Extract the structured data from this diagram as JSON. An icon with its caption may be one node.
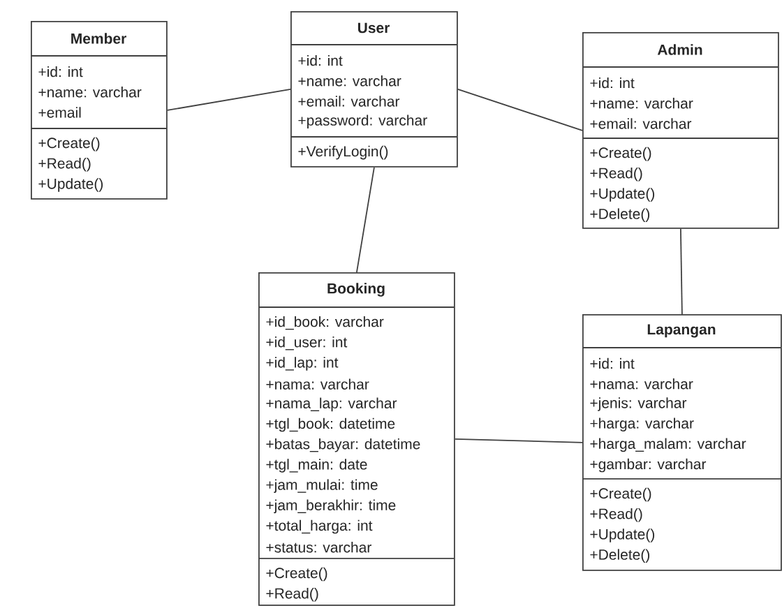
{
  "diagram": {
    "nodes": [
      {
        "text": [
          "Member",
          "+id: int",
          "+name: varchar",
          "+email",
          "+Create()",
          "+Read()",
          "+Update()"
        ]
      },
      {
        "text": [
          "User",
          "+id: int",
          "+name: varchar",
          "+email: varchar",
          "+password: varchar",
          "+VerifyLogin()"
        ]
      },
      {
        "text": [
          "Admin",
          "+id: int",
          "+name: varchar",
          "+email: varchar",
          "+Create()",
          "+Read()",
          "+Update()",
          "+Delete()"
        ]
      },
      {
        "text": [
          "Booking",
          "+id_book: varchar",
          "+id_user: int",
          "+id_lap: int",
          "+nama: varchar",
          "+nama_lap: varchar",
          "+tgl_book: datetime",
          "+batas_bayar: datetime",
          "+tgl_main: date",
          "+jam_mulai: time",
          "+jam_berakhir: time",
          "+total_harga: int",
          "+status: varchar",
          "+Create()",
          "+Read()"
        ]
      },
      {
        "text": [
          "Lapangan",
          "+id: int",
          "+nama: varchar",
          "+jenis: varchar",
          "+harga: varchar",
          "+harga_malam: varchar",
          "+gambar: varchar",
          "+Create()",
          "+Read()",
          "+Update()",
          "+Delete()"
        ]
      }
    ],
    "edges": [
      {
        "from": 0,
        "to": 1,
        "arrow": "none"
      },
      {
        "from": 1,
        "to": 2,
        "arrow": "none"
      },
      {
        "from": 1,
        "to": 3,
        "arrow": "none"
      },
      {
        "from": 3,
        "to": 4,
        "arrow": "none"
      },
      {
        "from": 2,
        "to": 4,
        "arrow": "none"
      }
    ]
  }
}
